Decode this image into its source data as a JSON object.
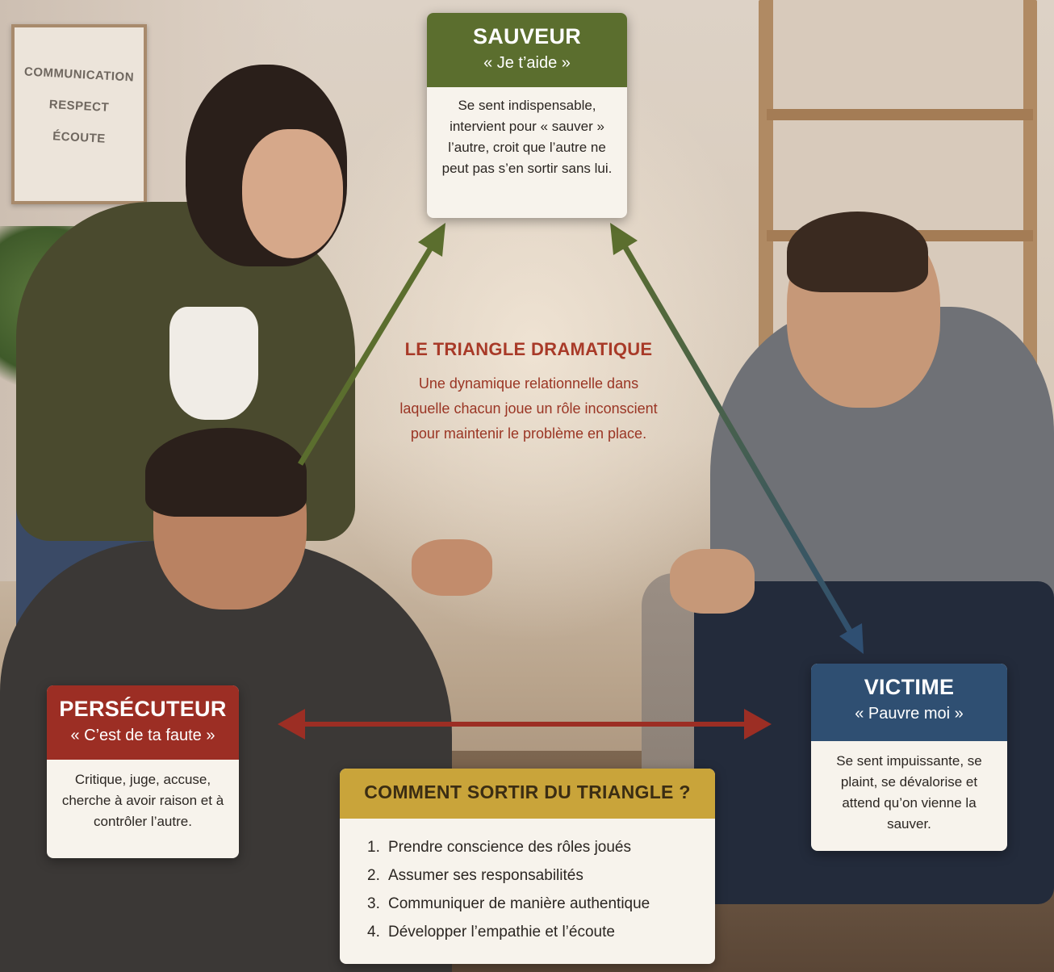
{
  "frame_words": [
    "COMMUNICATION",
    "RESPECT",
    "ÉCOUTE"
  ],
  "colors": {
    "sauveur": "#5b6e2e",
    "persecuteur": "#9c2e24",
    "victime": "#2f4f72",
    "sortir": "#c9a43a",
    "center_title": "#a83a28"
  },
  "sauveur": {
    "title": "SAUVEUR",
    "subtitle": "« Je t’aide »",
    "description": "Se sent indispensable, intervient pour « sauver » l’autre, croit que l’autre ne peut pas s’en sortir sans lui."
  },
  "persecuteur": {
    "title": "PERSÉCUTEUR",
    "subtitle": "« C’est de ta faute »",
    "description": "Critique, juge, accuse, cherche à avoir raison et à contrôler l’autre."
  },
  "victime": {
    "title": "VICTIME",
    "subtitle": "« Pauvre moi »",
    "description": "Se sent impuissante, se plaint, se dévalorise et attend qu’on vienne la sauver."
  },
  "center": {
    "title": "LE TRIANGLE DRAMATIQUE",
    "description": "Une dynamique relationnelle dans laquelle chacun joue un rôle inconscient pour maintenir le problème en place."
  },
  "sortir": {
    "title": "COMMENT SORTIR DU TRIANGLE ?",
    "steps": [
      {
        "num": "1.",
        "text": "Prendre conscience des rôles joués"
      },
      {
        "num": "2.",
        "text": "Assumer ses responsabilités"
      },
      {
        "num": "3.",
        "text": "Communiquer de manière authentique"
      },
      {
        "num": "4.",
        "text": "Développer l’empathie et l’écoute"
      }
    ]
  }
}
